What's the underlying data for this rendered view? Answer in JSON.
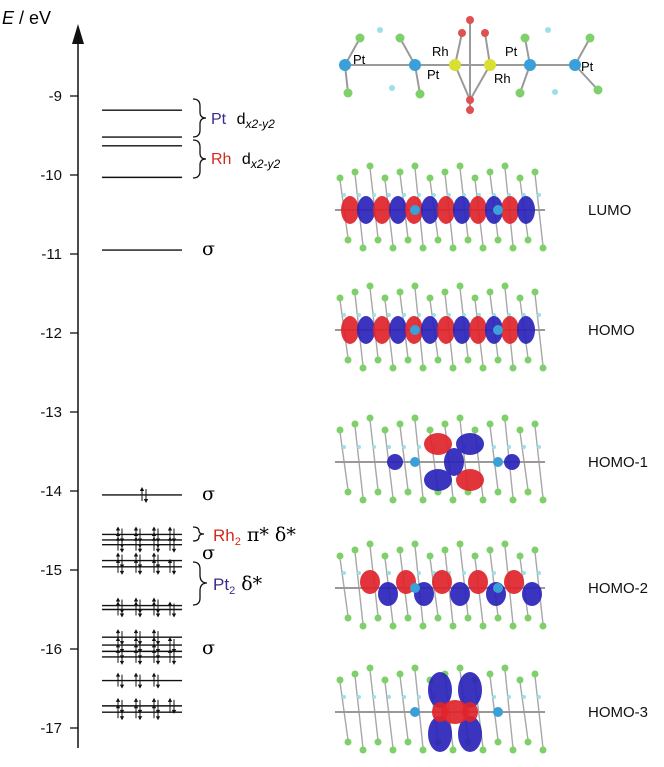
{
  "axis": {
    "title_symbol": "E",
    "title_unit": " / eV",
    "ticks": [
      "-9",
      "-10",
      "-11",
      "-12",
      "-13",
      "-14",
      "-15",
      "-16",
      "-17"
    ]
  },
  "colors": {
    "pt": "#3a2a8c",
    "rh": "#d42a1e",
    "line": "#111111"
  },
  "annotations": {
    "pt_dx2y2": {
      "metal": "Pt",
      "orbital": "d",
      "sub": "x2-y2"
    },
    "rh_dx2y2": {
      "metal": "Rh",
      "orbital": "d",
      "sub": "x2-y2"
    },
    "sigma_upper": "σ",
    "sigma_hom_14": "σ",
    "rh2_pi_delta": {
      "metal": "Rh",
      "sub": "2",
      "orbitals": "π* δ*"
    },
    "sigma_mid": "σ",
    "pt2_delta": {
      "metal": "Pt",
      "sub": "2",
      "orbitals": "δ*"
    },
    "sigma_low": "σ"
  },
  "structure_atom_labels": [
    "Pt",
    "Pt",
    "Rh",
    "Rh",
    "Pt",
    "Pt"
  ],
  "orbitals": [
    {
      "name": "LUMO",
      "icon": "lumo-isosurface-icon"
    },
    {
      "name": "HOMO",
      "icon": "homo-isosurface-icon"
    },
    {
      "name": "HOMO-1",
      "icon": "homo1-isosurface-icon"
    },
    {
      "name": "HOMO-2",
      "icon": "homo2-isosurface-icon"
    },
    {
      "name": "HOMO-3",
      "icon": "homo3-isosurface-icon"
    }
  ],
  "levels": {
    "empty": [
      -9.18,
      -9.52,
      -9.63,
      -10.03,
      -10.95
    ],
    "occupied": [
      -14.05,
      -14.55,
      -14.62,
      -14.68,
      -14.88,
      -14.96,
      -15.45,
      -15.5,
      -15.85,
      -15.95,
      -16.03,
      -16.1,
      -16.4,
      -16.72,
      -16.8
    ]
  }
}
